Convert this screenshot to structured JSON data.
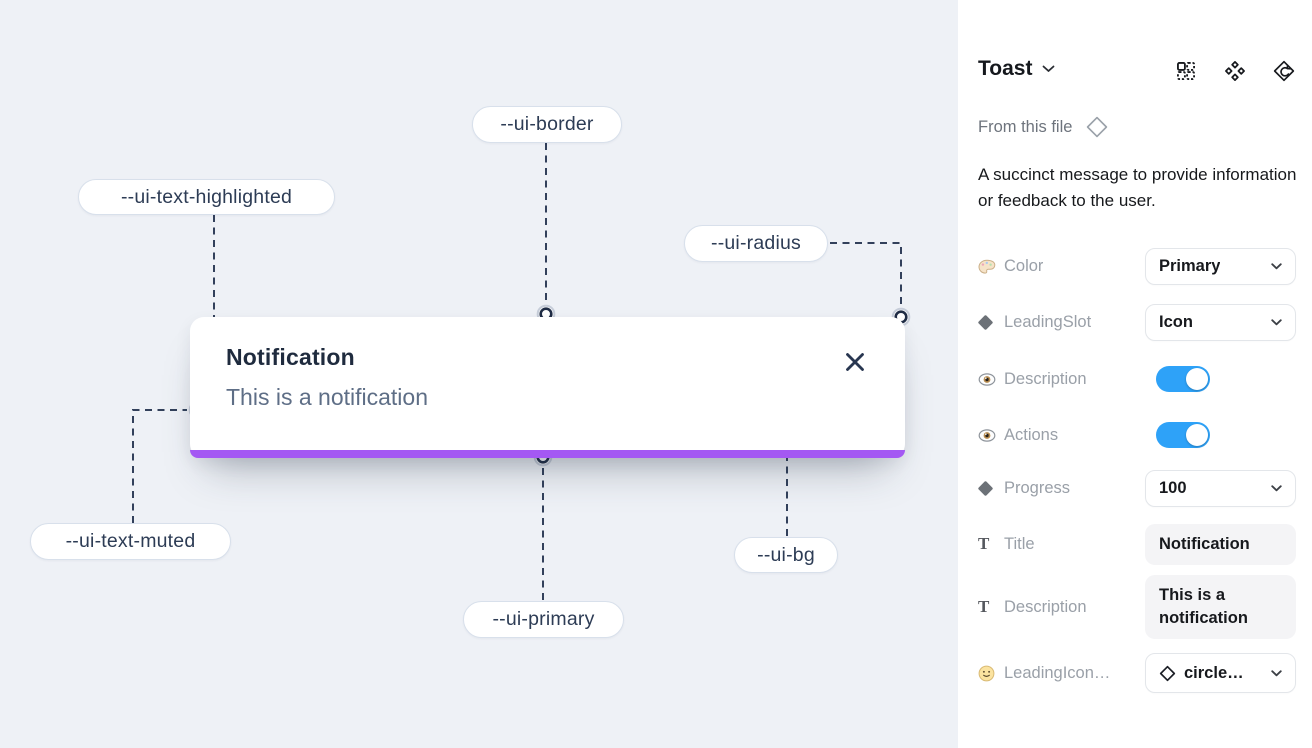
{
  "canvas": {
    "toast": {
      "title": "Notification",
      "description": "This is a notification"
    },
    "annotations": [
      {
        "id": "border",
        "label": "--ui-border"
      },
      {
        "id": "text-highlighted",
        "label": "--ui-text-highlighted"
      },
      {
        "id": "radius",
        "label": "--ui-radius"
      },
      {
        "id": "text-muted",
        "label": "--ui-text-muted"
      },
      {
        "id": "primary",
        "label": "--ui-primary"
      },
      {
        "id": "bg",
        "label": "--ui-bg"
      }
    ],
    "colors": {
      "canvas_bg": "#eef1f6",
      "primary_bar": "#a458f3",
      "toast_title": "#1f2b3e",
      "toast_muted_text": "#5e6e86"
    }
  },
  "panel": {
    "title": "Toast",
    "source_label": "From this file",
    "description": "A succinct message to provide information or feedback to the user.",
    "properties": [
      {
        "icon": "palette-icon",
        "label": "Color",
        "control": "select",
        "value": "Primary"
      },
      {
        "icon": "diamond-icon",
        "label": "LeadingSlot",
        "control": "select",
        "value": "Icon"
      },
      {
        "icon": "eye-icon",
        "label": "Description",
        "control": "toggle",
        "value": "on"
      },
      {
        "icon": "eye-icon",
        "label": "Actions",
        "control": "toggle",
        "value": "on"
      },
      {
        "icon": "diamond-icon",
        "label": "Progress",
        "control": "select",
        "value": "100"
      },
      {
        "icon": "text-icon",
        "label": "Title",
        "control": "input",
        "value": "Notification"
      },
      {
        "icon": "text-icon",
        "label": "Description",
        "control": "input",
        "value": "This is a notification"
      },
      {
        "icon": "smiley-icon",
        "label": "LeadingIcon…",
        "control": "select",
        "value": "circle…"
      }
    ],
    "icons": {
      "header_actions": [
        "apply-variant-grid-icon",
        "component-diamonds-icon",
        "instance-swap-icon"
      ],
      "title_chevron": "chevron-down-icon",
      "source_icon": "diamond-outline-icon",
      "leading_icon_value_glyph": "diamond-outline-icon",
      "close": "x-icon"
    },
    "colors": {
      "toggle_on": "#2ea2f8",
      "value_text": "#17191d",
      "label_text": "#9aa0a8"
    }
  }
}
